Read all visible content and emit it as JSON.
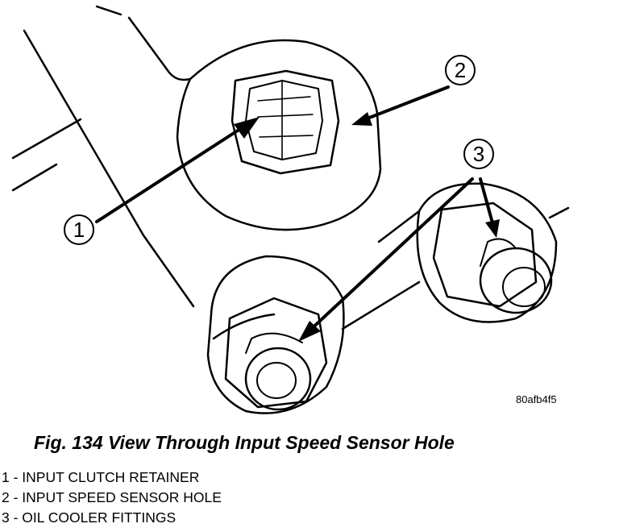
{
  "figure": {
    "code": "80afb4f5",
    "caption": "Fig. 134 View Through Input Speed Sensor Hole"
  },
  "callouts": [
    "1",
    "2",
    "3"
  ],
  "legend": [
    "1 - INPUT CLUTCH RETAINER",
    "2 - INPUT SPEED SENSOR HOLE",
    "3 - OIL COOLER FITTINGS"
  ]
}
